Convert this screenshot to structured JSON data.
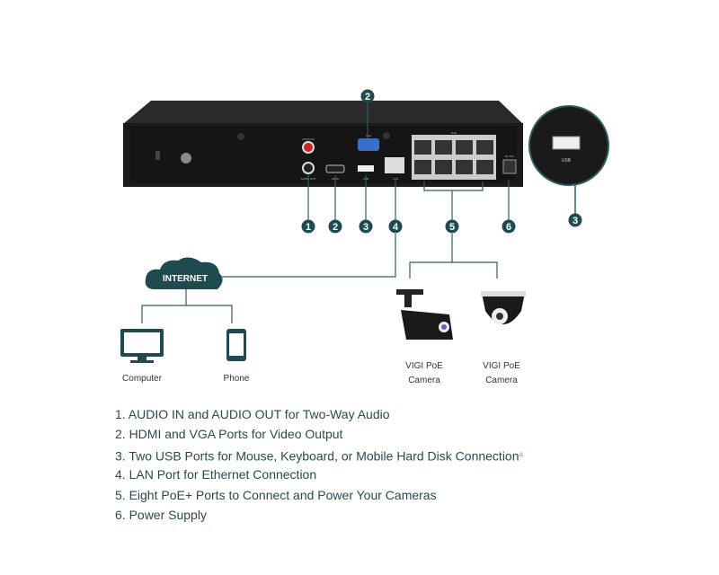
{
  "colors": {
    "callout": "#1e4a50",
    "line": "#2f5d62",
    "device": "#1c1c1c",
    "text": "#2a4a52"
  },
  "port_labels": {
    "audio_in": "AUDIO IN",
    "audio_out": "AUDIO OUT",
    "vga": "VGA",
    "hdmi": "HDMI",
    "usb": "USB",
    "lan": "LAN",
    "poe": "PoE",
    "power": "DC 54V",
    "usb_zoom": "USB"
  },
  "callouts": [
    "1",
    "2",
    "3",
    "4",
    "5",
    "6"
  ],
  "callout_top": "2",
  "callout_usb": "3",
  "internet": "INTERNET",
  "devices": {
    "computer": "Computer",
    "phone": "Phone"
  },
  "cameras": [
    {
      "line1": "VIGI PoE",
      "line2": "Camera"
    },
    {
      "line1": "VIGI PoE",
      "line2": "Camera"
    }
  ],
  "features": [
    "1. AUDIO IN and AUDIO OUT for Two-Way Audio",
    "2. HDMI and VGA Ports for Video Output",
    "3. Two USB Ports for Mouse, Keyboard, or Mobile Hard Disk Connection",
    "4. LAN Port for Ethernet Connection",
    "5. Eight PoE+ Ports to Connect and Power Your Cameras",
    "6. Power Supply"
  ],
  "footnote_mark": "△"
}
